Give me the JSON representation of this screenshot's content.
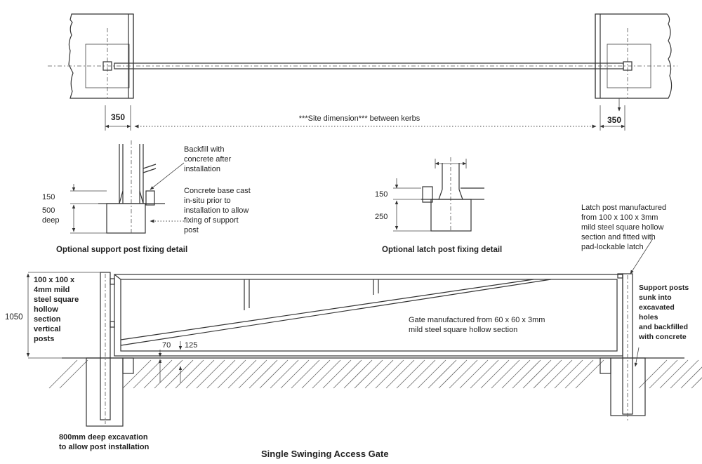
{
  "plan": {
    "dim_left": "350",
    "dim_right": "350",
    "dim_center": "***Site dimension*** between kerbs"
  },
  "support_detail": {
    "dim_150": "150",
    "dim_500": "500",
    "dim_deep": "deep",
    "note_backfill": [
      "Backfill with",
      "concrete after",
      "installation"
    ],
    "note_base": [
      "Concrete base cast",
      "in-situ prior to",
      "installation to allow",
      "fixing of support",
      "post"
    ],
    "caption": "Optional support post fixing detail"
  },
  "latch_detail": {
    "dim_150": "150",
    "dim_250": "250",
    "caption": "Optional latch post fixing detail"
  },
  "elevation": {
    "note_latch_post": [
      "Latch post manufactured",
      "from 100 x 100 x 3mm",
      "mild steel square hollow",
      "section and fitted with",
      "pad-lockable latch"
    ],
    "note_vertical_posts": [
      "100 x 100 x",
      "4mm mild",
      "steel square",
      "hollow",
      "section",
      "vertical",
      "posts"
    ],
    "dim_1050": "1050",
    "note_gate": [
      "Gate manufactured from 60 x 60 x 3mm",
      "mild steel square hollow section"
    ],
    "dim_70": "70",
    "dim_125": "125",
    "note_support_posts": [
      "Support posts",
      "sunk into",
      "excavated",
      "holes",
      "and backfilled",
      "with concrete"
    ],
    "note_excavation": [
      "800mm deep excavation",
      "to allow post installation"
    ],
    "title": "Single Swinging Access Gate"
  }
}
